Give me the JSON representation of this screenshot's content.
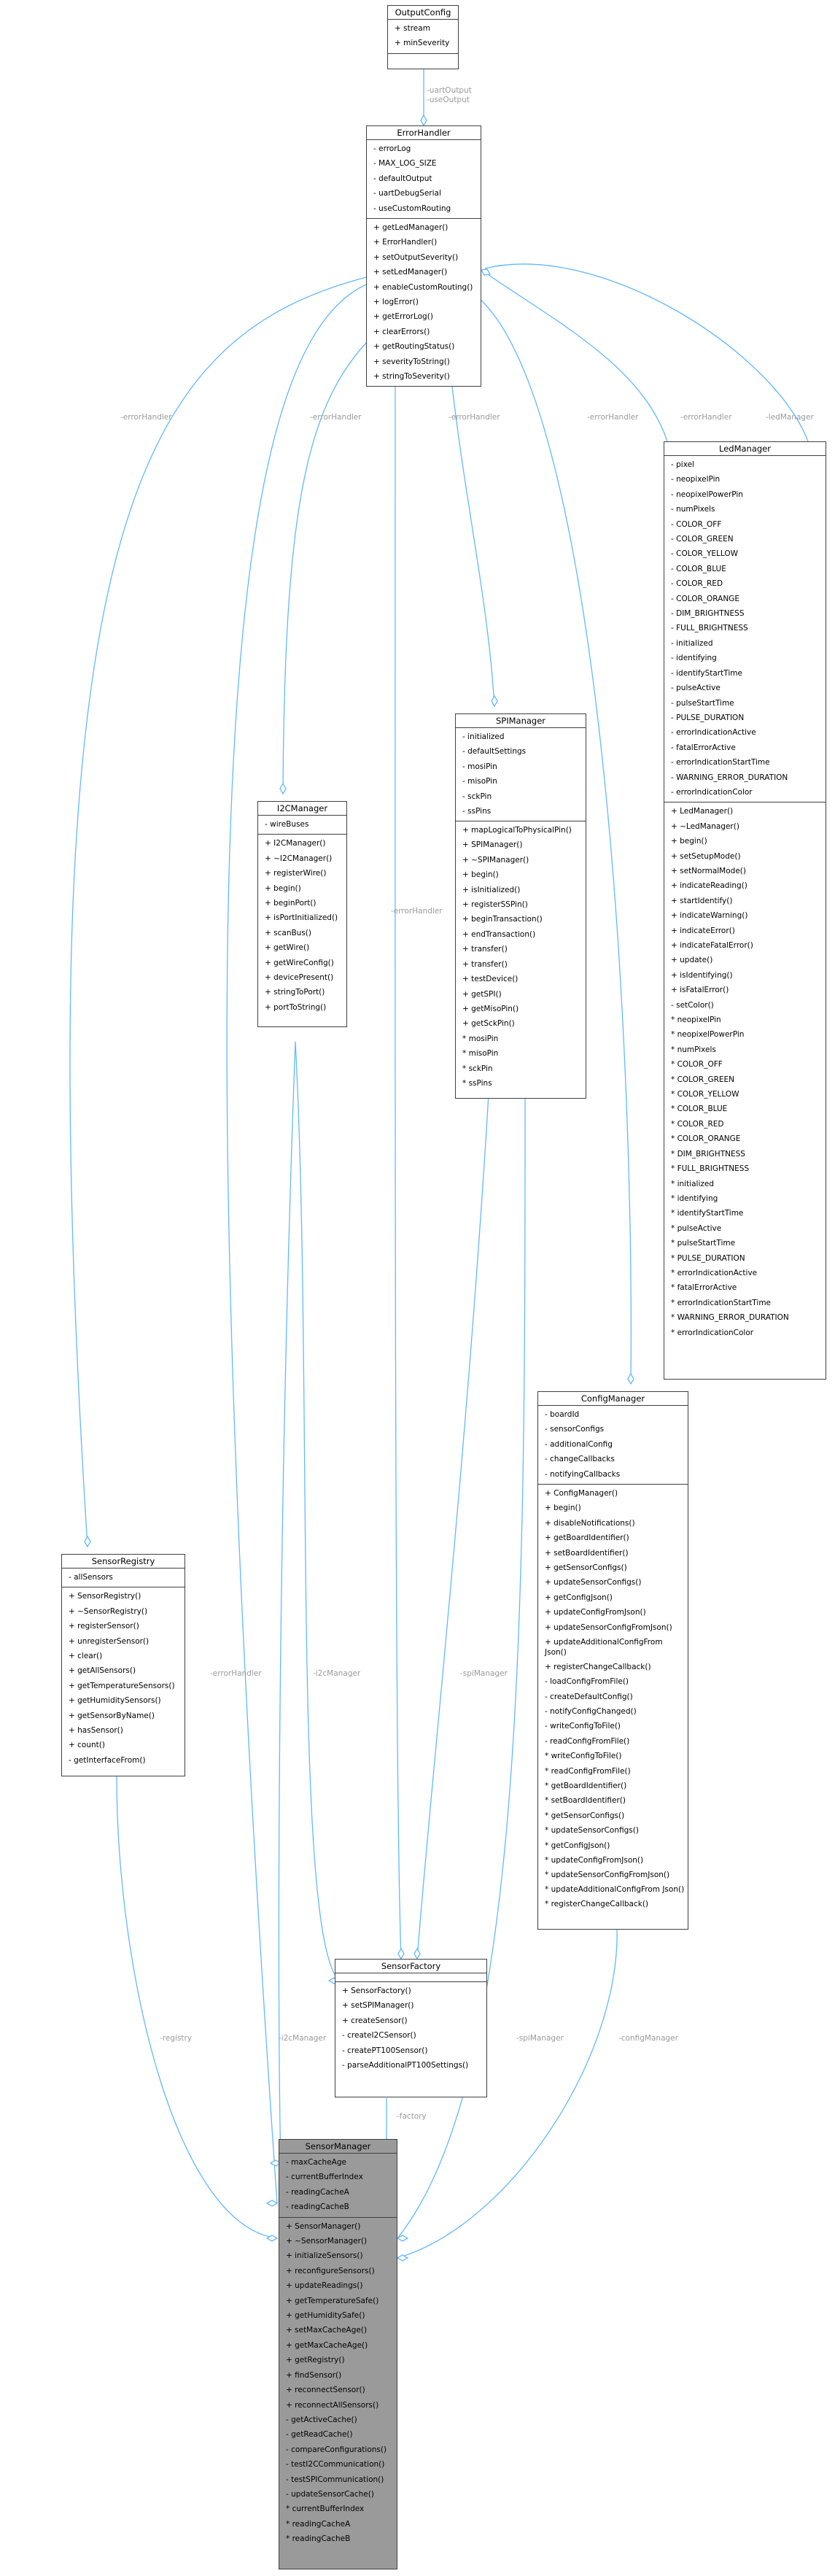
{
  "classes": {
    "output_config": {
      "name": "OutputConfig",
      "attributes": [
        "+ stream",
        "+ minSeverity"
      ],
      "methods": []
    },
    "error_handler": {
      "name": "ErrorHandler",
      "attributes": [
        "- errorLog",
        "- MAX_LOG_SIZE",
        "- defaultOutput",
        "- uartDebugSerial",
        "- useCustomRouting"
      ],
      "methods": [
        "+ getLedManager()",
        "+ ErrorHandler()",
        "+ setOutputSeverity()",
        "+ setLedManager()",
        "+ enableCustomRouting()",
        "+ logError()",
        "+ getErrorLog()",
        "+ clearErrors()",
        "+ getRoutingStatus()",
        "+ severityToString()",
        "+ stringToSeverity()"
      ]
    },
    "led_manager": {
      "name": "LedManager",
      "attributes": [
        "- pixel",
        "- neopixelPin",
        "- neopixelPowerPin",
        "- numPixels",
        "- COLOR_OFF",
        "- COLOR_GREEN",
        "- COLOR_YELLOW",
        "- COLOR_BLUE",
        "- COLOR_RED",
        "- COLOR_ORANGE",
        "- DIM_BRIGHTNESS",
        "- FULL_BRIGHTNESS",
        "- initialized",
        "- identifying",
        "- identifyStartTime",
        "- pulseActive",
        "- pulseStartTime",
        "- PULSE_DURATION",
        "- errorIndicationActive",
        "- fatalErrorActive",
        "- errorIndicationStartTime",
        "- WARNING_ERROR_DURATION",
        "- errorIndicationColor"
      ],
      "methods": [
        "+ LedManager()",
        "+ ~LedManager()",
        "+ begin()",
        "+ setSetupMode()",
        "+ setNormalMode()",
        "+ indicateReading()",
        "+ startIdentify()",
        "+ indicateWarning()",
        "+ indicateError()",
        "+ indicateFatalError()",
        "+ update()",
        "+ isIdentifying()",
        "+ isFatalError()",
        "- setColor()",
        "* neopixelPin",
        "* neopixelPowerPin",
        "* numPixels",
        "* COLOR_OFF",
        "* COLOR_GREEN",
        "* COLOR_YELLOW",
        "* COLOR_BLUE",
        "* COLOR_RED",
        "* COLOR_ORANGE",
        "* DIM_BRIGHTNESS",
        "* FULL_BRIGHTNESS",
        "* initialized",
        "* identifying",
        "* identifyStartTime",
        "* pulseActive",
        "* pulseStartTime",
        "* PULSE_DURATION",
        "* errorIndicationActive",
        "* fatalErrorActive",
        "* errorIndicationStartTime",
        "* WARNING_ERROR_DURATION",
        "* errorIndicationColor"
      ]
    },
    "spi_manager": {
      "name": "SPIManager",
      "attributes": [
        "- initialized",
        "- defaultSettings",
        "- mosiPin",
        "- misoPin",
        "- sckPin",
        "- ssPins"
      ],
      "methods": [
        "+ mapLogicalToPhysicalPin()",
        "+ SPIManager()",
        "+ ~SPIManager()",
        "+ begin()",
        "+ isInitialized()",
        "+ registerSSPin()",
        "+ beginTransaction()",
        "+ endTransaction()",
        "+ transfer()",
        "+ transfer()",
        "+ testDevice()",
        "+ getSPI()",
        "+ getMisoPin()",
        "+ getSckPin()",
        "* mosiPin",
        "* misoPin",
        "* sckPin",
        "* ssPins"
      ]
    },
    "i2c_manager": {
      "name": "I2CManager",
      "attributes": [
        "- wireBuses"
      ],
      "methods": [
        "+ I2CManager()",
        "+ ~I2CManager()",
        "+ registerWire()",
        "+ begin()",
        "+ beginPort()",
        "+ isPortInitialized()",
        "+ scanBus()",
        "+ getWire()",
        "+ getWireConfig()",
        "+ devicePresent()",
        "+ stringToPort()",
        "+ portToString()"
      ]
    },
    "config_manager": {
      "name": "ConfigManager",
      "attributes": [
        "- boardId",
        "- sensorConfigs",
        "- additionalConfig",
        "- changeCallbacks",
        "- notifyingCallbacks"
      ],
      "methods": [
        "+ ConfigManager()",
        "+ begin()",
        "+ disableNotifications()",
        "+ getBoardIdentifier()",
        "+ setBoardIdentifier()",
        "+ getSensorConfigs()",
        "+ updateSensorConfigs()",
        "+ getConfigJson()",
        "+ updateConfigFromJson()",
        "+ updateSensorConfigFromJson()",
        "+ updateAdditionalConfigFrom Json()",
        "+ registerChangeCallback()",
        "- loadConfigFromFile()",
        "- createDefaultConfig()",
        "- notifyConfigChanged()",
        "- writeConfigToFile()",
        "- readConfigFromFile()",
        "* writeConfigToFile()",
        "* readConfigFromFile()",
        "* getBoardIdentifier()",
        "* setBoardIdentifier()",
        "* getSensorConfigs()",
        "* updateSensorConfigs()",
        "* getConfigJson()",
        "* updateConfigFromJson()",
        "* updateSensorConfigFromJson()",
        "* updateAdditionalConfigFrom Json()",
        "* registerChangeCallback()"
      ]
    },
    "sensor_registry": {
      "name": "SensorRegistry",
      "attributes": [
        "- allSensors"
      ],
      "methods": [
        "+ SensorRegistry()",
        "+ ~SensorRegistry()",
        "+ registerSensor()",
        "+ unregisterSensor()",
        "+ clear()",
        "+ getAllSensors()",
        "+ getTemperatureSensors()",
        "+ getHumiditySensors()",
        "+ getSensorByName()",
        "+ hasSensor()",
        "+ count()",
        "- getInterfaceFrom()"
      ]
    },
    "sensor_factory": {
      "name": "SensorFactory",
      "attributes": [],
      "methods": [
        "+ SensorFactory()",
        "+ setSPIManager()",
        "+ createSensor()",
        "- createI2CSensor()",
        "- createPT100Sensor()",
        "- parseAdditionalPT100Settings()"
      ]
    },
    "sensor_manager": {
      "name": "SensorManager",
      "attributes": [
        "- maxCacheAge",
        "- currentBufferIndex",
        "- readingCacheA",
        "- readingCacheB"
      ],
      "methods": [
        "+ SensorManager()",
        "+ ~SensorManager()",
        "+ initializeSensors()",
        "+ reconfigureSensors()",
        "+ updateReadings()",
        "+ getTemperatureSafe()",
        "+ getHumiditySafe()",
        "+ setMaxCacheAge()",
        "+ getMaxCacheAge()",
        "+ getRegistry()",
        "+ findSensor()",
        "+ reconnectSensor()",
        "+ reconnectAllSensors()",
        "- getActiveCache()",
        "- getReadCache()",
        "- compareConfigurations()",
        "- testI2CCommunication()",
        "- testSPICommunication()",
        "- updateSensorCache()",
        "* currentBufferIndex",
        "* readingCacheA",
        "* readingCacheB"
      ]
    }
  },
  "edge_labels": {
    "uart_output": "-uartOutput",
    "use_output": "-useOutput",
    "error_handler": "-errorHandler",
    "led_manager": "-ledManager",
    "registry": "-registry",
    "i2c_manager": "-i2cManager",
    "spi_manager": "-spiManager",
    "config_manager": "-configManager",
    "factory": "-factory"
  },
  "colors": {
    "edge": "#63b8ff",
    "label": "#9a9a9a",
    "highlight_fill": "#9a9a9a",
    "box_border": "#404040"
  }
}
